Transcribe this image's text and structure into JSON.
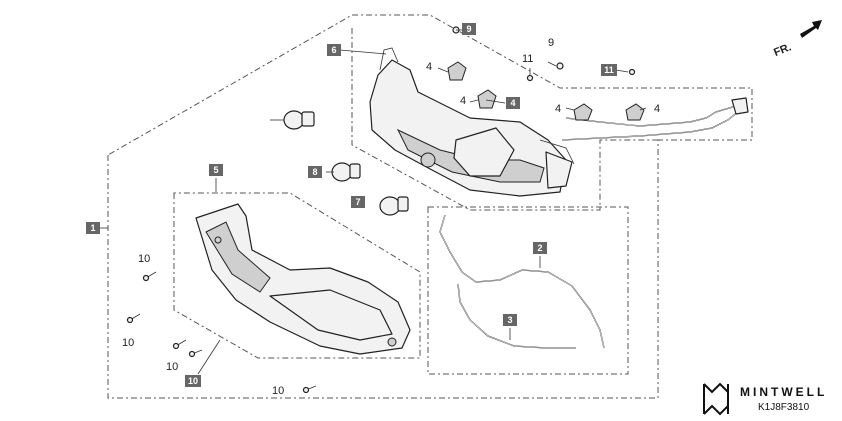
{
  "direction_label": "FR.",
  "callouts": {
    "c1": "1",
    "c2": "2",
    "c3": "3",
    "c4a": "4",
    "c4b": "4",
    "c4c": "4",
    "c4d": "4",
    "c5": "5",
    "c6": "6",
    "c7": "7",
    "c8": "8",
    "c9box": "9",
    "c9": "9",
    "c10a": "10",
    "c10b": "10",
    "c10c": "10",
    "c10d": "10",
    "c10box": "10",
    "c11": "11",
    "c11box": "11"
  },
  "watermark": {
    "brand": "MINTWELL",
    "code": "K1J8F3810"
  },
  "colors": {
    "box_fill": "#666666",
    "line": "#222222",
    "dash": "#555555"
  }
}
